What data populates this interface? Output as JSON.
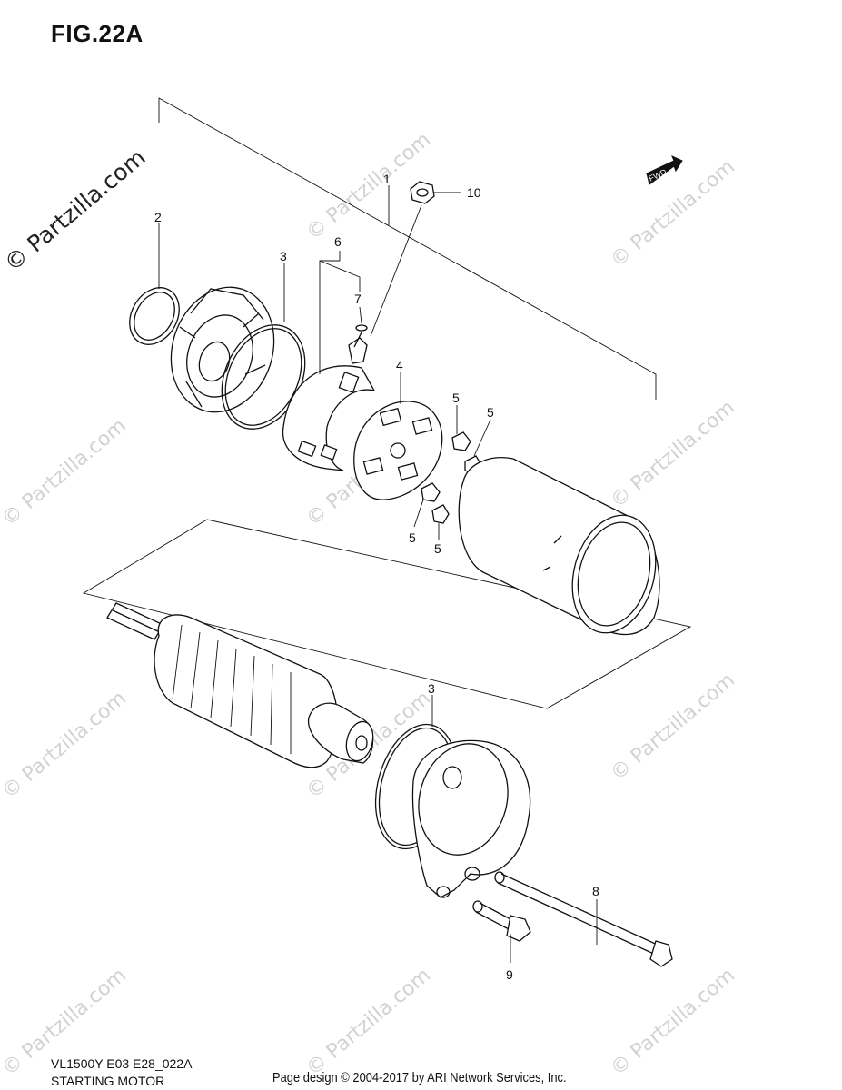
{
  "figure": {
    "title": "FIG.22A",
    "model_code": "VL1500Y E03 E28_022A",
    "section_name": "STARTING MOTOR",
    "page_credit": "Page design © 2004-2017 by ARI Network Services, Inc.",
    "watermark": "© Partzilla.com",
    "fwd_label": "FWD"
  },
  "callouts": {
    "c1": "1",
    "c2": "2",
    "c3a": "3",
    "c3b": "3",
    "c4": "4",
    "c5a": "5",
    "c5b": "5",
    "c5c": "5",
    "c5d": "5",
    "c6": "6",
    "c7": "7",
    "c8": "8",
    "c9": "9",
    "c10": "10"
  }
}
